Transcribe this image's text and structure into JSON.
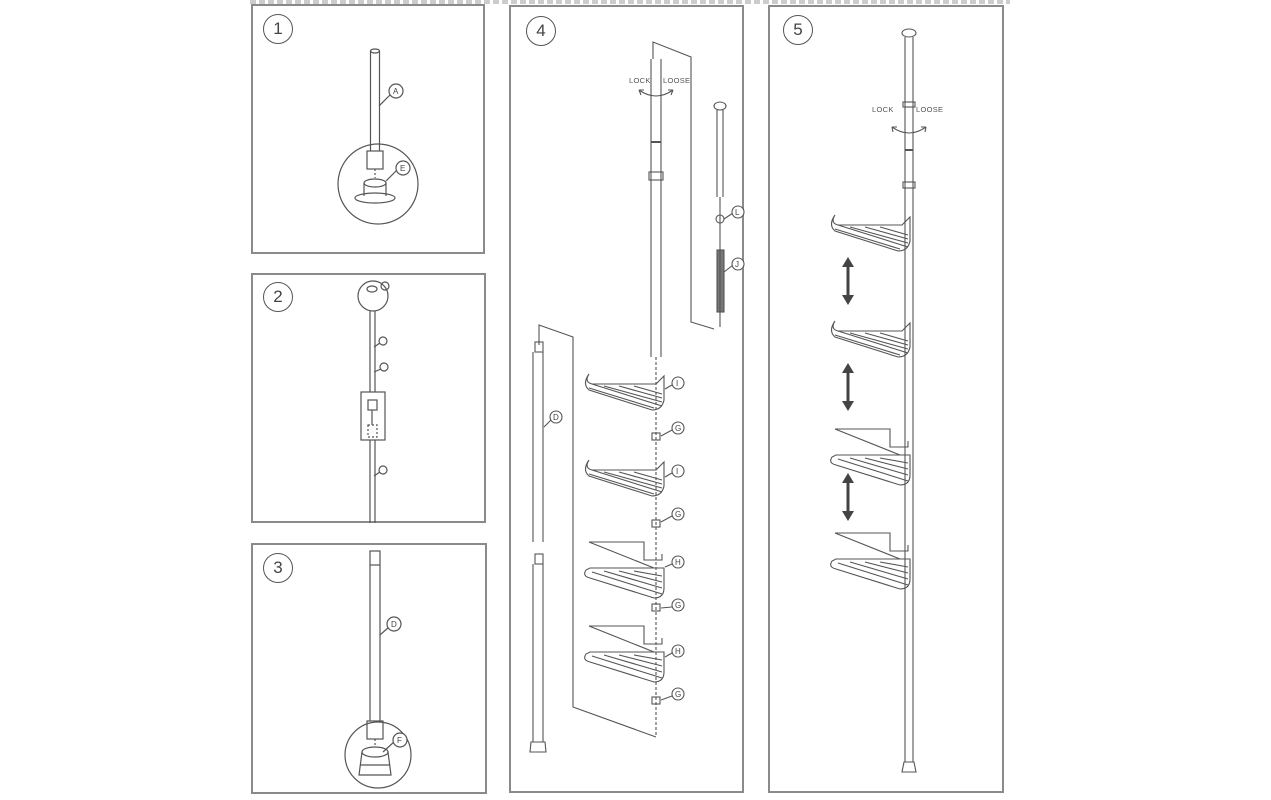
{
  "diagram": {
    "type": "assembly-instructions",
    "subject": "Telescopic corner shower caddy pole with 4 triangular baskets",
    "colors": {
      "line": "#555555",
      "border": "#8a8a8a",
      "background": "#ffffff",
      "arrow": "#444444"
    }
  },
  "steps": [
    {
      "number": "1",
      "callouts": [
        "A",
        "E"
      ]
    },
    {
      "number": "2",
      "callouts": []
    },
    {
      "number": "3",
      "callouts": [
        "D",
        "F"
      ]
    },
    {
      "number": "4",
      "callouts": [
        "L",
        "J",
        "D",
        "I",
        "G",
        "I",
        "G",
        "H",
        "G",
        "H",
        "G"
      ],
      "rotate": {
        "lock": "LOCK",
        "loose": "LOOSE"
      }
    },
    {
      "number": "5",
      "callouts": [],
      "rotate": {
        "lock": "LOCK",
        "loose": "LOOSE"
      }
    }
  ]
}
